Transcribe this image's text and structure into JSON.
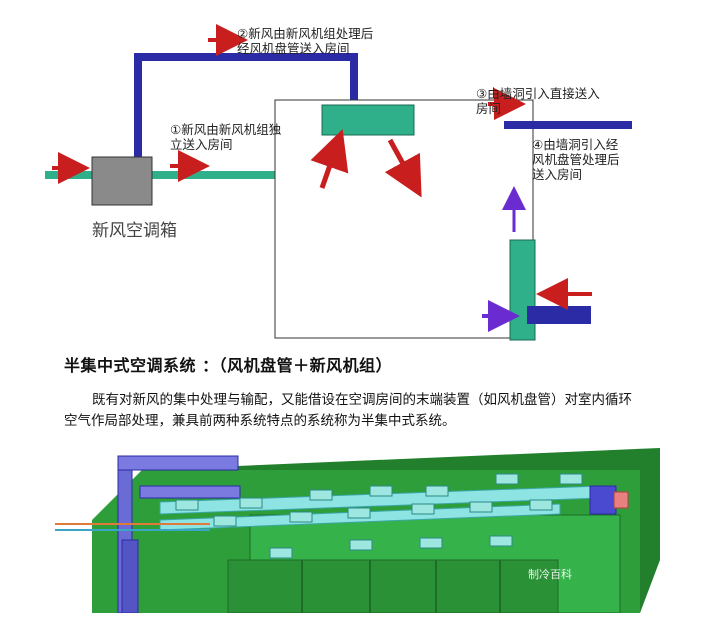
{
  "diagram": {
    "unit_label": "新风空调箱",
    "route_1": "①新风由新风机组独立送入房间",
    "route_1_lines": [
      "①新风由新风机组独",
      "立送入房间"
    ],
    "route_2": "②新风由新风机组处理后经风机盘管送入房间",
    "route_2_lines": [
      "②新风由新风机组处理后",
      "经风机盘管送入房间"
    ],
    "route_3": "③由墙洞引入直接送入房间",
    "route_3_lines": [
      "③由墙洞引入直接送入",
      "房间"
    ],
    "route_4": "④由墙洞引入经风机盘管处理后送入房间",
    "route_4_lines": [
      "④由墙洞引入经",
      "风机盘管处理后",
      "送入房间"
    ]
  },
  "section": {
    "heading": "半集中式空调系统 ：（风机盘管＋新风机组）",
    "description": "既有对新风的集中处理与输配，又能借设在空调房间的末端装置（如风机盘管）对室内循环空气作局部处理，兼具前两种系统特点的系统称为半集中式系统。"
  },
  "colors": {
    "duct_green": "#2fb08a",
    "duct_blue": "#2b2ba6",
    "arrow_red": "#c81e1e",
    "arrow_purple": "#6a2bd0",
    "unit_gray": "#8a8a8a",
    "building_green": "#2e9e3a",
    "pipe_cyan": "#7fd6d6"
  },
  "watermark": "制冷百科"
}
